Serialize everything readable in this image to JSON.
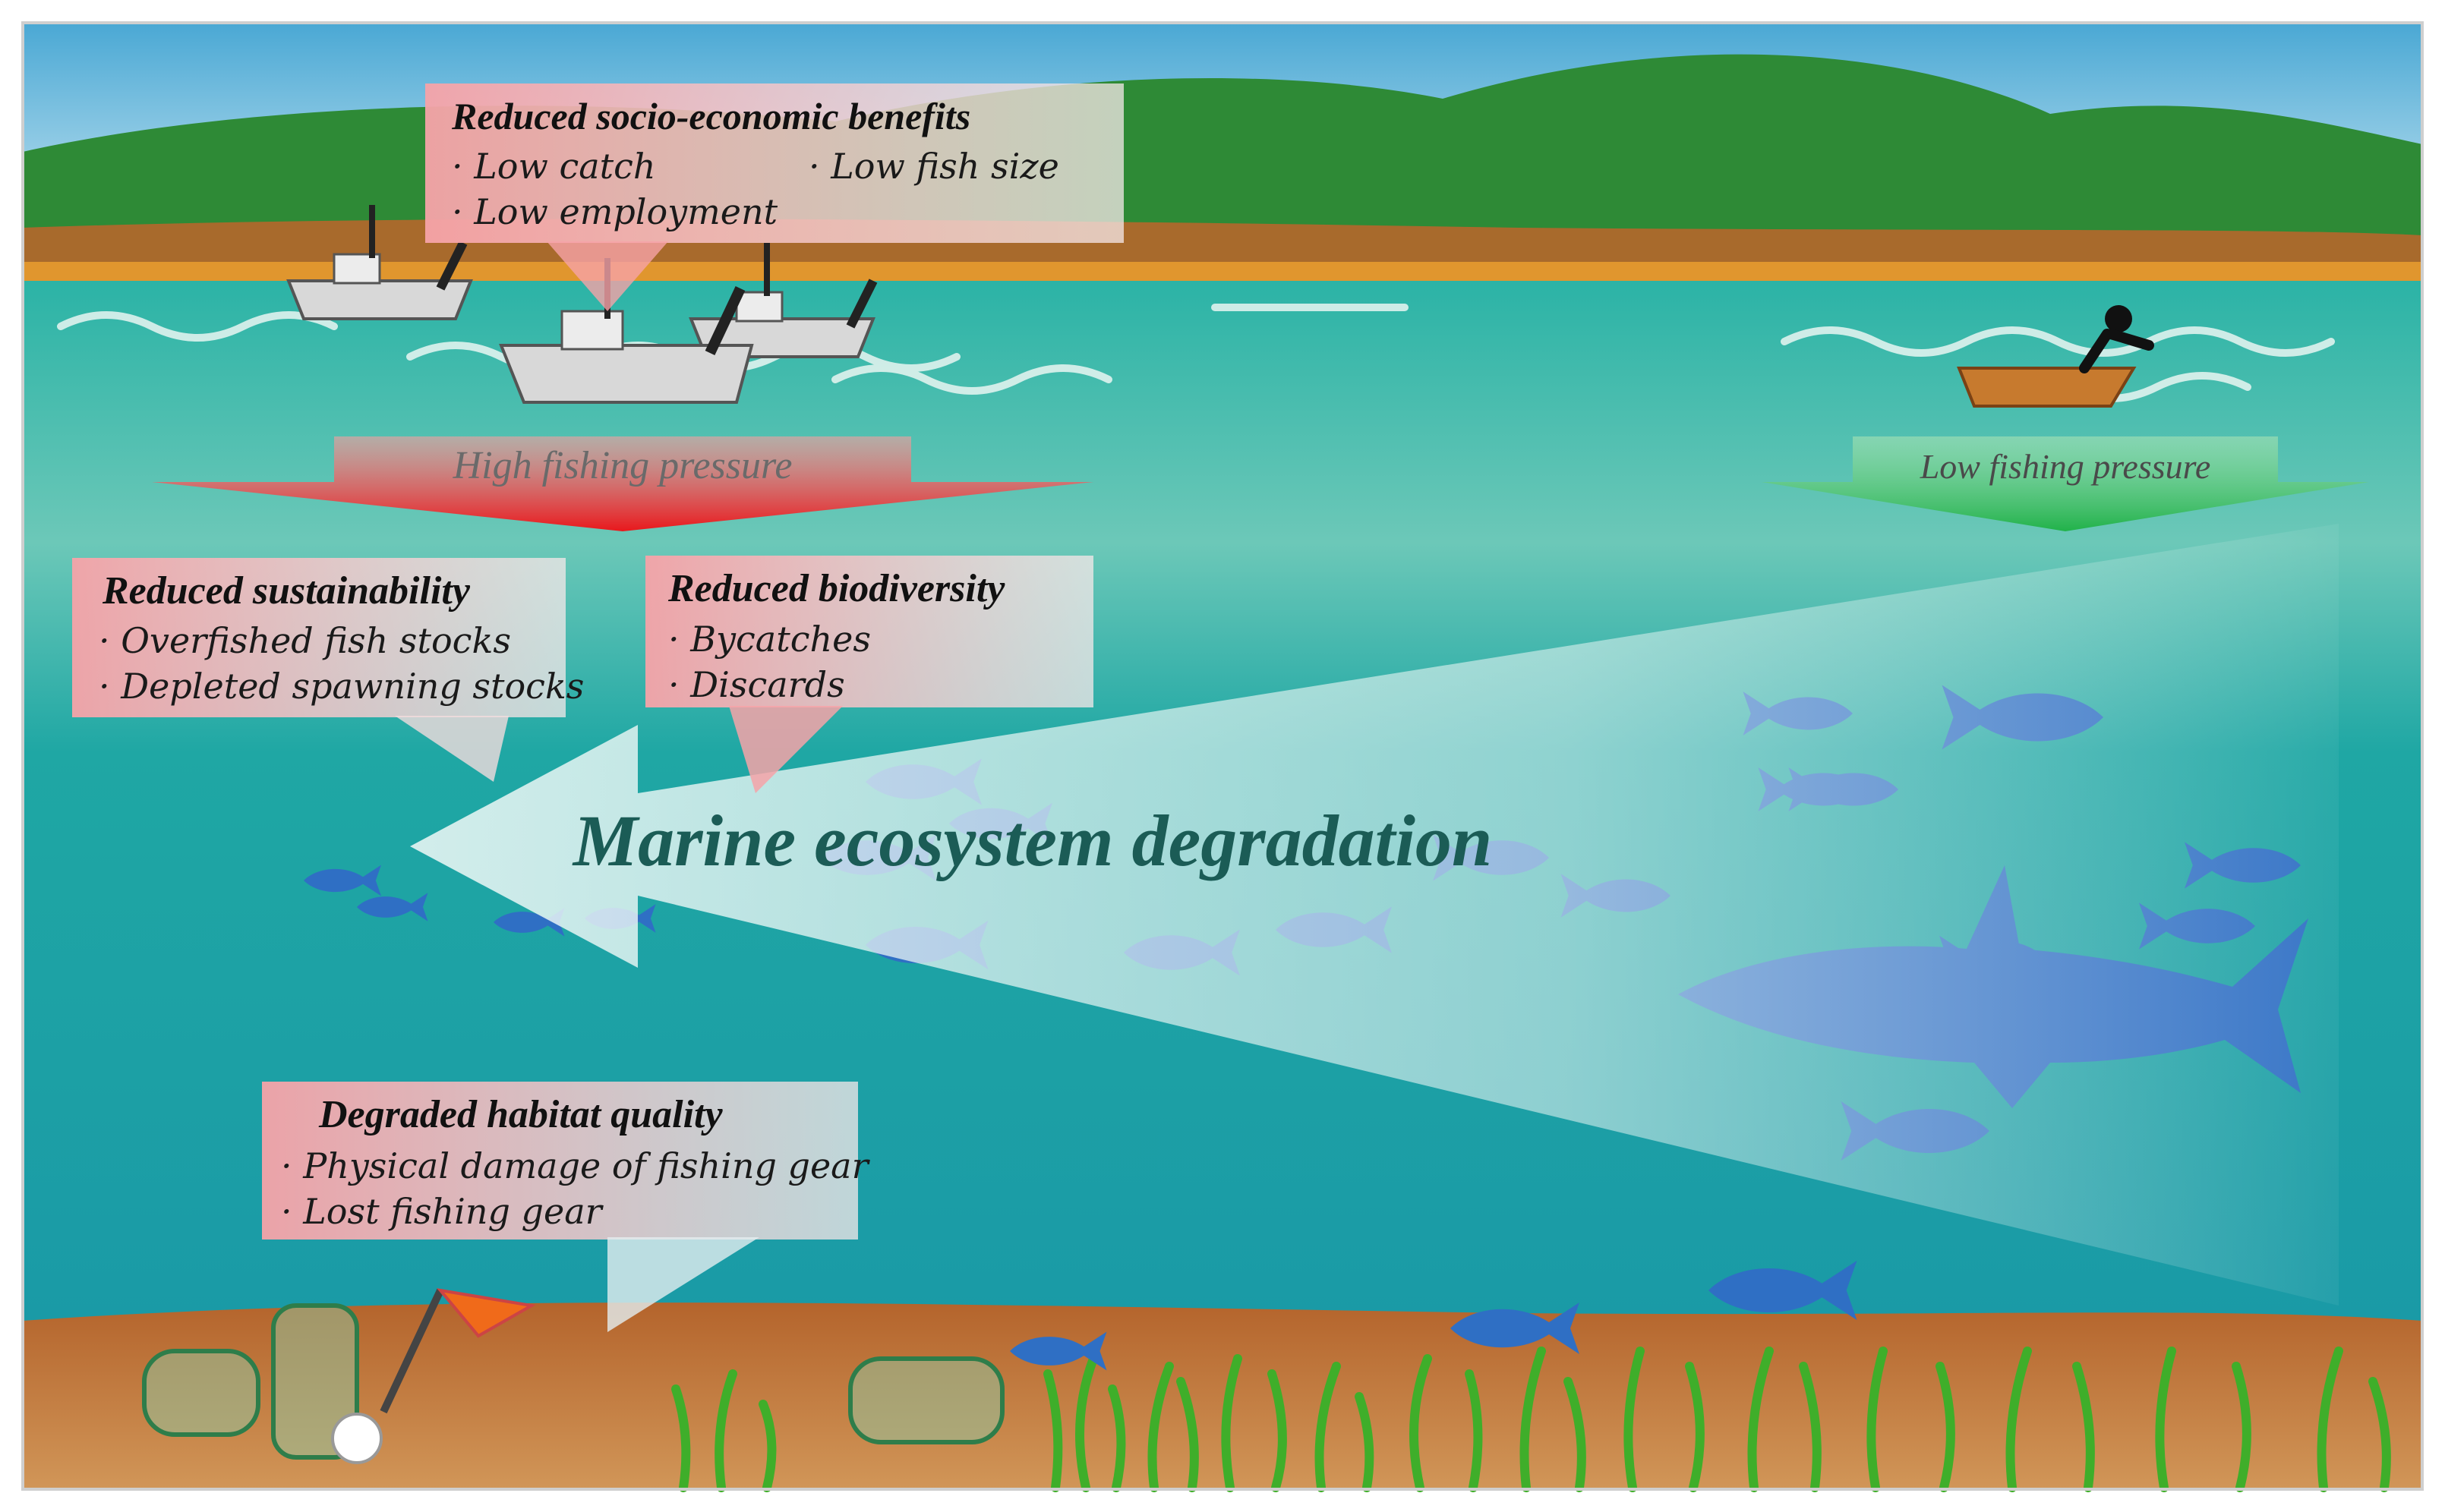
{
  "title": "Marine ecosystem degradation",
  "colors": {
    "sky_top": "#58b0d6",
    "hill": "#2e8a36",
    "water": "#1aa6a3",
    "seabed": "#b4642c",
    "fish": "#2f6fc4",
    "high_pressure": "#e8181c",
    "low_pressure": "#21b24a",
    "title_text": "#1b5c56"
  },
  "pressures": {
    "high": "High fishing pressure",
    "low": "Low fishing pressure"
  },
  "boxes": {
    "socio": {
      "title": "Reduced socio-economic benefits",
      "items": [
        "· Low catch",
        "· Low employment",
        "· Low fish size"
      ]
    },
    "sustain": {
      "title": "Reduced sustainability",
      "items": [
        "· Overfished fish stocks",
        "· Depleted spawning stocks"
      ]
    },
    "biodiv": {
      "title": "Reduced biodiversity",
      "items": [
        "· Bycatches",
        "· Discards"
      ]
    },
    "habitat": {
      "title": "Degraded habitat quality",
      "items": [
        "· Physical damage of fishing gear",
        "· Lost fishing gear"
      ]
    }
  }
}
